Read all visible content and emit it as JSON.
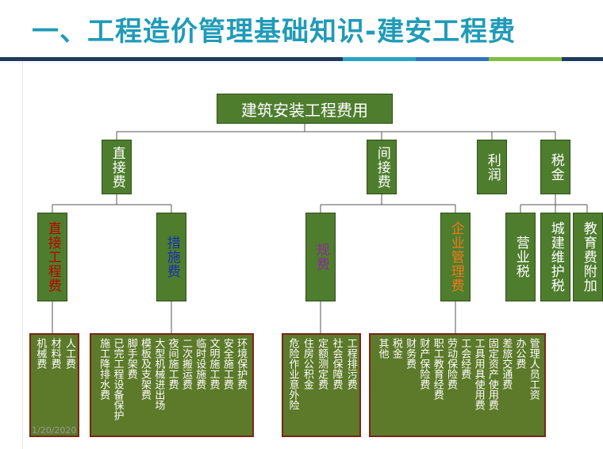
{
  "page_title": "一、工程造价管理基础知识-建安工程费",
  "date": "1/20/2020",
  "colors": {
    "title": "#1f9bb8",
    "node": "#4e7d2e",
    "leaf_border": "#7a2418",
    "red": "#c00000",
    "blue": "#1a2fb0",
    "purple": "#8e2a9a",
    "orange": "#f07a1a"
  },
  "tree": {
    "root": "建筑安装工程费用",
    "direct": "直接费",
    "indirect": "间接费",
    "profit": "利润",
    "tax": "税金",
    "direct_eng": "直接工程费",
    "measures": "措施费",
    "fees": "规费",
    "enterprise": "企业管理费",
    "business_tax": "营业税",
    "urban_tax": "城建维护税",
    "edu_tax": "教育费附加"
  },
  "leaves": {
    "direct_eng": [
      "人工费",
      "材料费",
      "机械费"
    ],
    "measures": [
      "环境保护费",
      "安全施工费",
      "文明施工费",
      "临时设施费",
      "二次搬运费",
      "夜间施工费",
      "大型机械进出场",
      "模板及支架费",
      "脚手架费",
      "已完工程设备保护",
      "施工降排水费"
    ],
    "fees": [
      "工程排污费",
      "社会保障费",
      "定额测定费",
      "住房公积金",
      "危险作业意外险"
    ],
    "enterprise": [
      "管理人员工资",
      "办公费",
      "差旅交通费",
      "固定资产使用费",
      "工具用具使用费",
      "工会经费",
      "劳动保险费",
      "职工教育经费",
      "财产保险费",
      "财务费",
      "税金",
      "其他"
    ]
  }
}
